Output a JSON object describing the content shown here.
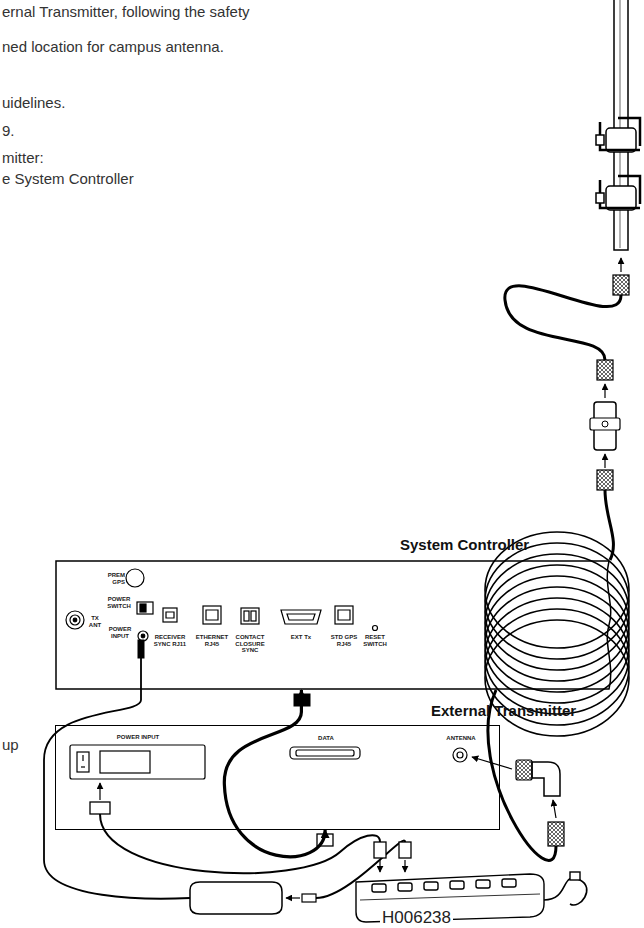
{
  "diagram": {
    "nodes": [
      {
        "text": [
          "System Controller"
        ]
      },
      {
        "text": [
          "External Transmitter"
        ]
      }
    ],
    "edges": [
      {
        "from": 0,
        "to": 1,
        "arrow": "both"
      }
    ],
    "labels": [
      "ernal Transmitter, following the safety",
      "ned location for campus antenna.",
      "uidelines.",
      "9.",
      "mitter:",
      "e System Controller",
      "PREM GPS",
      "TX ANT",
      "POWER SWITCH",
      "POWER INPUT",
      "RECEIVER SYNC RJ11",
      "ETHERNET RJ45",
      "CONTACT CLOSURE SYNC",
      "EXT Tx",
      "STD GPS RJ45",
      "RESET SWITCH",
      "POWER INPUT",
      "DATA",
      "ANTENNA",
      "up",
      "H006238"
    ]
  }
}
